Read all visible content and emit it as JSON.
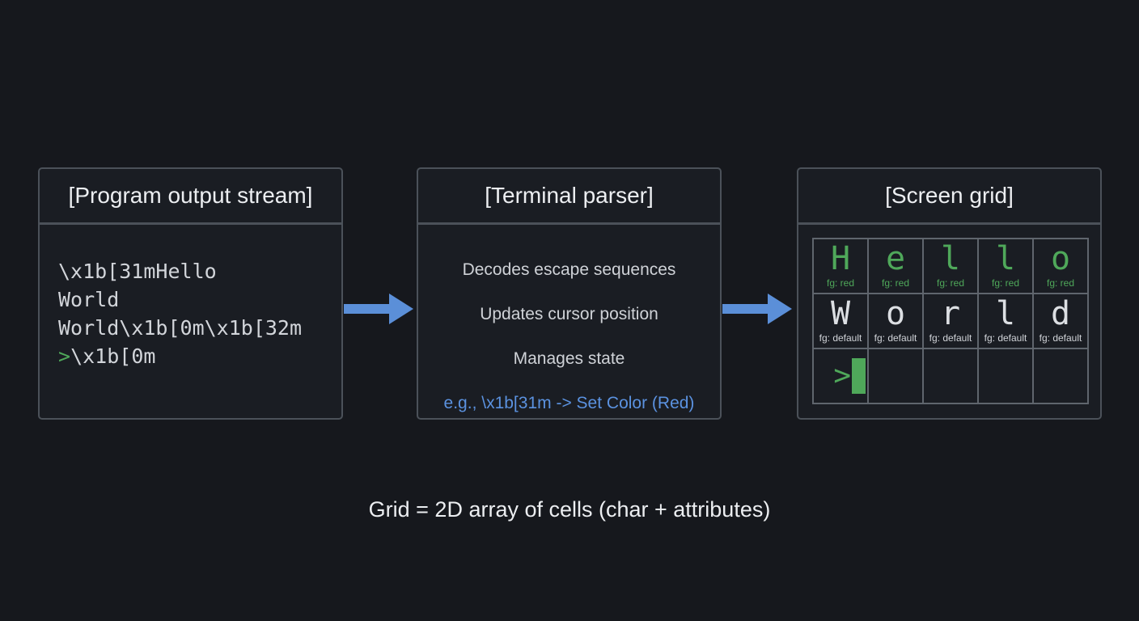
{
  "boxes": {
    "stream": {
      "title": "[Program output stream]",
      "lines": [
        "\\x1b[31mHello",
        "World",
        "World\\x1b[0m\\x1b[32m"
      ],
      "last_line_prompt": ">",
      "last_line_rest": "\\x1b[0m"
    },
    "parser": {
      "title": "[Terminal parser]",
      "items": [
        "Decodes escape sequences",
        "Updates cursor position",
        "Manages state"
      ],
      "example": "e.g., \\x1b[31m -> Set Color (Red)"
    },
    "grid": {
      "title": "[Screen grid]",
      "row1": [
        {
          "ch": "H",
          "attr": "fg: red"
        },
        {
          "ch": "e",
          "attr": "fg: red"
        },
        {
          "ch": "l",
          "attr": "fg: red"
        },
        {
          "ch": "l",
          "attr": "fg: red"
        },
        {
          "ch": "o",
          "attr": "fg: red"
        }
      ],
      "row2": [
        {
          "ch": "W",
          "attr": "fg: default"
        },
        {
          "ch": "o",
          "attr": "fg: default"
        },
        {
          "ch": "r",
          "attr": "fg: default"
        },
        {
          "ch": "l",
          "attr": "fg: default"
        },
        {
          "ch": "d",
          "attr": "fg: default"
        }
      ],
      "row3_prompt": ">"
    }
  },
  "caption": "Grid = 2D array of cells (char + attributes)",
  "colors": {
    "background": "#16181d",
    "border": "#4b5159",
    "green": "#4fa85a",
    "blue": "#5b92e0",
    "arrow": "#5b8fd8"
  }
}
